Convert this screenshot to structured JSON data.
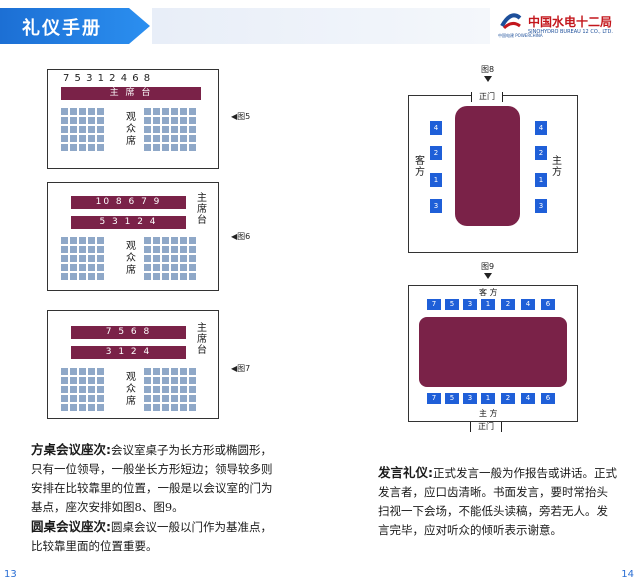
{
  "header": {
    "title": "礼仪手册",
    "logo_cn": "中国水电十二局",
    "logo_en": "SINOHYDRO BUREAU 12 CO., LTD.",
    "logo_sub": "中国电建 POWERCHINA"
  },
  "diagram5": {
    "seat_order": "7  5  3  1  2  4  6  8",
    "stage": "主 席 台",
    "audience": "观众席",
    "ref": "◀图5"
  },
  "diagram6": {
    "row1": "10  8  6  7  9",
    "row2": "5  3  1  2  4",
    "stage_side": "主席台",
    "audience": "观众席",
    "ref": "◀图6"
  },
  "diagram7": {
    "row1": "7  5  6  8",
    "row2": "3  1  2  4",
    "stage_side": "主席台",
    "audience": "观众席",
    "ref": "◀图7"
  },
  "fig8": {
    "label": "图8",
    "door": "正门",
    "guest": "客方",
    "host": "主方",
    "left_seats": [
      "4",
      "2",
      "1",
      "3"
    ],
    "right_seats": [
      "4",
      "2",
      "1",
      "3"
    ]
  },
  "fig9": {
    "label": "图9",
    "guest": "客 方",
    "host": "主 方",
    "door": "正门",
    "top_seats": [
      "7",
      "5",
      "3",
      "1",
      "2",
      "4",
      "6"
    ],
    "bottom_seats": [
      "7",
      "5",
      "3",
      "1",
      "2",
      "4",
      "6"
    ]
  },
  "text": {
    "square_title": "方桌会议座次:",
    "square_body": "会议室桌子为长方形或椭圆形，只有一位领导，一般坐长方形短边；领导较多则安排在比较靠里的位置，一般是以会议室的门为基点，座次安排如图8、图9。",
    "round_title": "圆桌会议座次:",
    "round_body": "圆桌会议一般以门作为基准点，比较靠里面的位置重要。",
    "speech_title": "发言礼仪:",
    "speech_body": "正式发言一般为作报告或讲话。正式发言者，应口齿清晰。书面发言，要时常抬头扫视一下会场，不能低头读稿，旁若无人。发言完毕，应对听众的倾听表示谢意。"
  },
  "pages": {
    "left": "13",
    "right": "14"
  },
  "colors": {
    "accent_blue": "#1c6fd4",
    "maroon": "#7a2248",
    "seat_blue": "#1f5fd8",
    "audience_seat": "#8fa8c8"
  }
}
